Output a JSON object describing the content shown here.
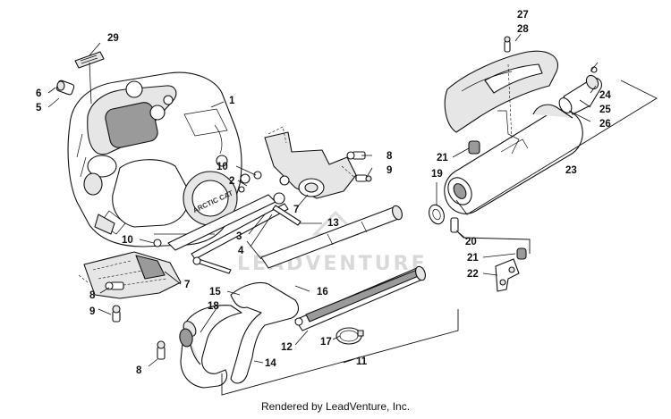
{
  "footer": {
    "credit": "Rendered by LeadVenture, Inc."
  },
  "watermark": {
    "brand": "LEADVENTURE"
  },
  "engine": {
    "logo_text": "ARCTIC CAT"
  },
  "callouts": {
    "c29": "29",
    "c6": "6",
    "c5": "5",
    "c1": "1",
    "c8a": "8",
    "c9a": "9",
    "c10a": "10",
    "c2": "2",
    "c7a": "7",
    "c13": "13",
    "c3": "3",
    "c4": "4",
    "c10b": "10",
    "c7b": "7",
    "c8b": "8",
    "c9b": "9",
    "c15": "15",
    "c18": "18",
    "c16": "16",
    "c8c": "8",
    "c12": "12",
    "c17": "17",
    "c14": "14",
    "c11": "11",
    "c27": "27",
    "c28": "28",
    "c24": "24",
    "c25": "25",
    "c26": "26",
    "c21a": "21",
    "c19": "19",
    "c23": "23",
    "c20": "20",
    "c21b": "21",
    "c22": "22"
  }
}
